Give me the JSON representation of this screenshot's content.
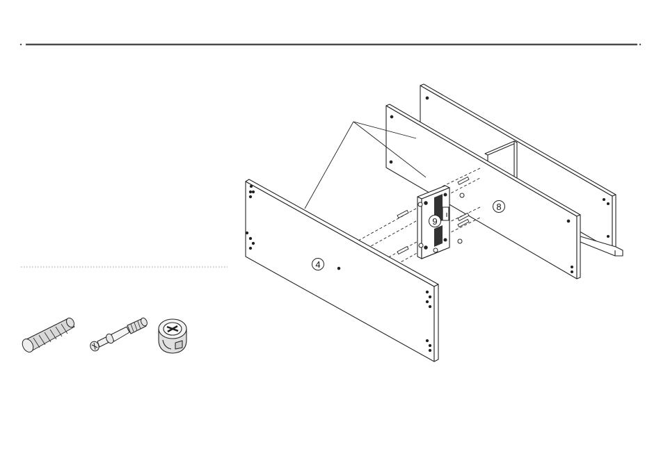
{
  "diagram": {
    "colors": {
      "ink": "#222222",
      "rule": "#4a4a4a",
      "divider": "#9a9a9a",
      "panel_fill": "#ffffff",
      "plate_fill": "#ffffff",
      "hardware_fill": "#e8e8e8"
    },
    "part_callouts": [
      {
        "id": "panel-4",
        "label": "4"
      },
      {
        "id": "panel-8",
        "label": "8"
      },
      {
        "id": "bracket-9",
        "label": "9"
      }
    ],
    "hardware": [
      {
        "name": "wood-dowel-icon"
      },
      {
        "name": "cam-bolt-icon"
      },
      {
        "name": "cam-lock-nut-icon"
      }
    ]
  }
}
